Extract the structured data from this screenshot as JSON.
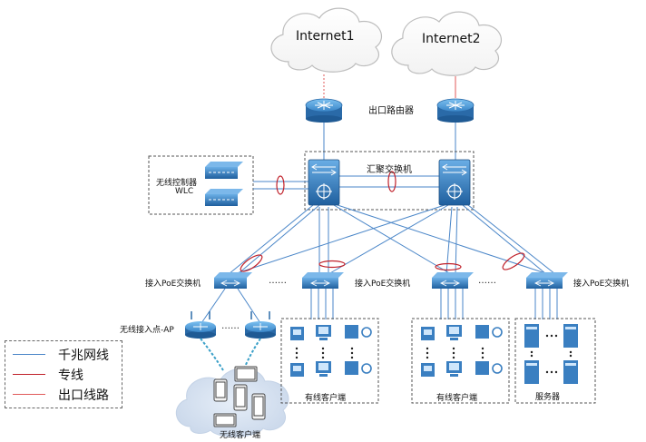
{
  "clouds": {
    "internet1": "Internet1",
    "internet2": "Internet2"
  },
  "labels": {
    "egress_router": "出口路由器",
    "aggregation_switch": "汇聚交换机",
    "wlc_line1": "无线控制器",
    "wlc_line2": "WLC",
    "access_poe_1": "接入PoE交换机",
    "access_poe_2": "接入PoE交换机",
    "access_poe_3": "接入PoE交换机",
    "wireless_ap": "无线接入点-AP",
    "wired_clients_1": "有线客户端",
    "wired_clients_2": "有线客户端",
    "servers": "服务器",
    "wireless_clients": "无线客户端",
    "ellipsis_switches_1": "……",
    "ellipsis_switches_2": "……",
    "ellipsis_ap": "……"
  },
  "legend": {
    "items": [
      {
        "label": "千兆网线",
        "color": "#4a86c8"
      },
      {
        "label": "专线",
        "color": "#c0202a"
      },
      {
        "label": "出口线路",
        "color": "#e05a5a"
      }
    ]
  },
  "colors": {
    "gigabit": "#4a86c8",
    "leased": "#c0202a",
    "egress": "#e05a5a",
    "device": "#3a7fc1",
    "wifi_link": "#3aa0c8",
    "cloud_edge": "#bbbbbb"
  }
}
